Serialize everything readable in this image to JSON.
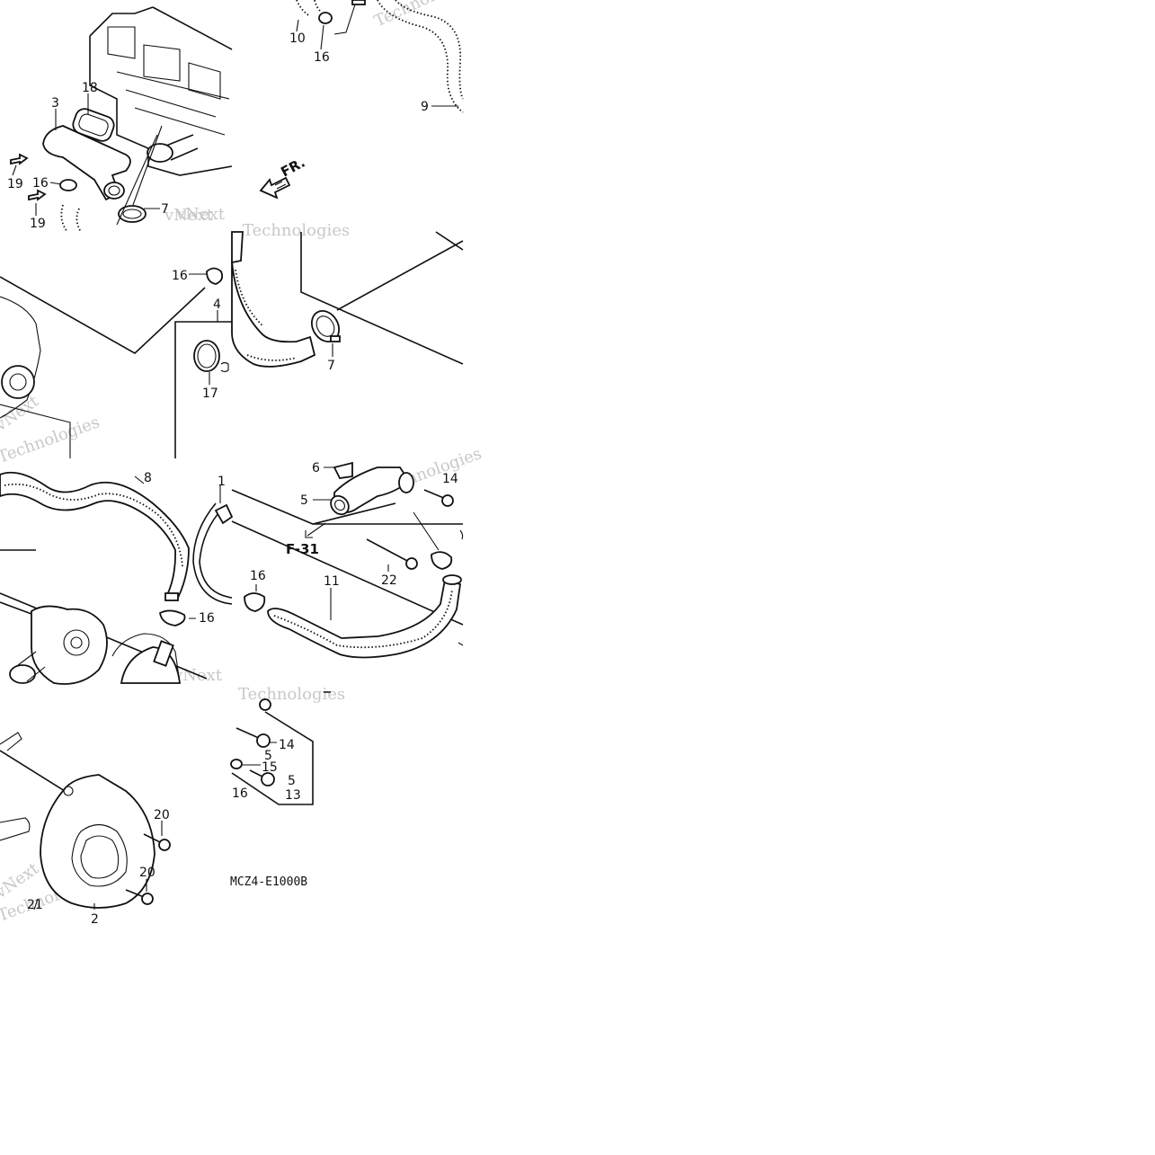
{
  "watermark": {
    "brand_a": "vNext",
    "brand_b": "Technologies"
  },
  "labels": {
    "top_left": [
      "18",
      "3",
      "19",
      "16",
      "19",
      "7"
    ],
    "top_right": [
      "10",
      "16",
      "9"
    ],
    "mid_left": [
      "16",
      "4",
      "17"
    ],
    "mid_right": [
      "7"
    ],
    "lower_left": [
      "8",
      "1",
      "16"
    ],
    "lower_right": [
      "6",
      "5",
      "14",
      "22",
      "16",
      "11"
    ],
    "bottom_left": [
      "20",
      "20",
      "21",
      "2"
    ],
    "bottom_mid": [
      "14",
      "5",
      "15",
      "5",
      "13",
      "16"
    ]
  },
  "front_marker": "FR.",
  "ref_code": "F-31",
  "diagram_code": "MCZ4-E1000B",
  "colors": {
    "line": "#111111",
    "watermark": "#c8c8c8"
  }
}
